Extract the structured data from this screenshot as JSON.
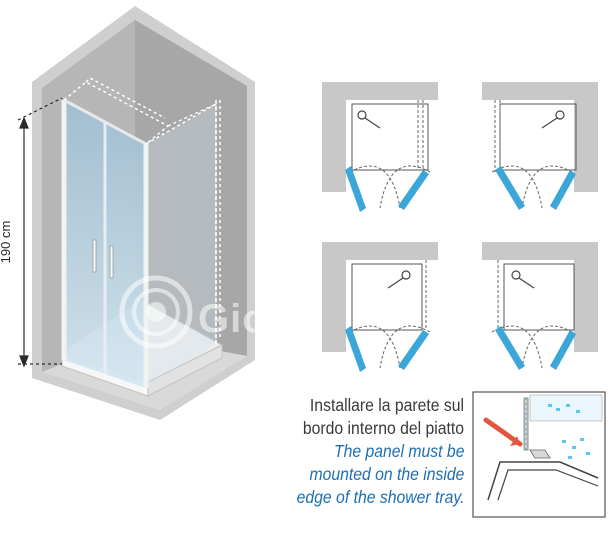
{
  "height_label": "190 cm",
  "watermark": "Giordano Shop",
  "caption_it": [
    "Installare la parete sul",
    "bordo interno del piatto"
  ],
  "caption_en": [
    "The panel must be",
    "mounted on the inside",
    "edge of the shower tray."
  ],
  "colors": {
    "wall": "#c9c9c9",
    "wall_dark": "#a9a9a9",
    "glass": "#b9d3e2",
    "blue_panel": "#3aa7d8",
    "arrow_red": "#e4553f",
    "caption_italic": "#1c6fb5"
  }
}
